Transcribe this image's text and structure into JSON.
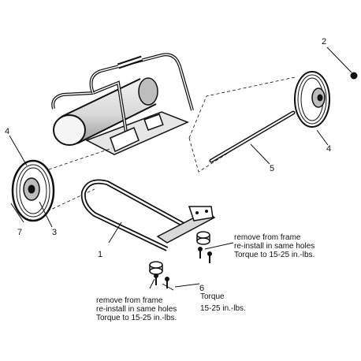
{
  "callouts": {
    "c1": "1",
    "c2": "2",
    "c3": "3",
    "c4_left": "4",
    "c4_right": "4",
    "c5": "5",
    "c6": "6",
    "c7": "7"
  },
  "notes": {
    "right": {
      "line1": "remove from frame",
      "line2": "re-install in same holes",
      "line3": "Torque to 15-25 in.-lbs."
    },
    "bottom_left": {
      "line1": "remove from frame",
      "line2": "re-install in same holes",
      "line3": "Torque to 15-25 in.-lbs."
    },
    "bottom_mid": {
      "line1": "Torque",
      "line2": "15-25 in.-lbs."
    }
  },
  "colors": {
    "ink": "#111111",
    "paper": "#ffffff",
    "shade": "#cfcfcf"
  }
}
